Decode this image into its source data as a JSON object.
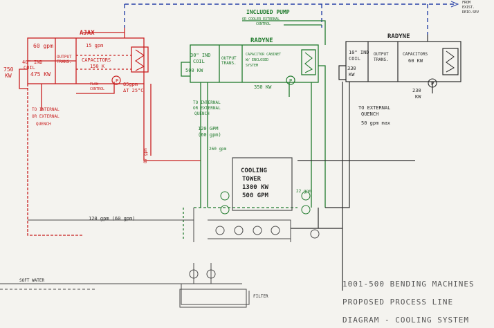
{
  "colors": {
    "paper": "#f4f3ef",
    "red": "#c81e1e",
    "green": "#1f7a2c",
    "blue": "#2a43a8",
    "black": "#2a2a2a",
    "grey": "#6a6a6a"
  },
  "top_right": {
    "line1": "FROM",
    "line2": "EXIST.",
    "line3": "DEIO.SEV"
  },
  "red_system": {
    "label_ajax": "AJAX",
    "flow_60": "60 gpm",
    "coil_size": "40\" IND",
    "coil_word": "COIL",
    "output_trans": "OUTPUT",
    "output_trans2": "TRANS.",
    "gpm_15": "15 gpm",
    "capacitors": "CAPACITORS",
    "cap_value": "150 K",
    "kw_475": "475 KW",
    "kw_750": "750",
    "kw_750b": "KW",
    "pump_gpm": "85gpm",
    "pump_dt": "ΔT 25°C",
    "flow_control": "FLOW",
    "flow_control2": "CONTROL",
    "quench1": "TO INTERNAL",
    "quench2": "OR EXTERNAL",
    "quench3": "QUENCH",
    "vertical_label": "87 gpm"
  },
  "green_system": {
    "pump_note1": "INCLUDED PUMP",
    "pump_note2": "OR COOLER EXTERNAL",
    "pump_note3": "CONTROL",
    "radyne": "RADYNE",
    "coil_size": "30\" IND",
    "coil_word": "COIL",
    "kw_500": "500 KW",
    "output_trans": "OUTPUT",
    "output_trans2": "TRANS.",
    "cap_note1": "CAPACITOR CABINET",
    "cap_note2": "W/ ENCLOSED",
    "cap_note3": "SYSTEM",
    "kw_350": "350 KW",
    "quench1": "TO INTERNAL",
    "quench2": "OR EXTERNAL",
    "quench3": "QUENCH",
    "flow_120": "120 GPM",
    "flow_120b": "(60 gpm)",
    "flow_260": "260 gpm",
    "flow_22": "22 gpm"
  },
  "black_system": {
    "radyne": "RADYNE",
    "coil_size": "10\" IND",
    "coil_word": "COIL",
    "kw_330": "330",
    "kw_330b": "KW",
    "output_trans": "OUTPUT",
    "output_trans2": "TRANS.",
    "capacitors": "CAPACITORS",
    "cap_value": "60 KW",
    "kw_230": "230",
    "kw_230b": "KW",
    "quench1": "TO EXTERNAL",
    "quench2": "QUENCH",
    "quench3": "50 gpm max"
  },
  "cooling_tower": {
    "line1": "COOLING",
    "line2": "TOWER",
    "line3": "1300 KW",
    "line4": "500 GPM"
  },
  "bottom": {
    "flow_120": "120 gpm (60 gpm)",
    "soft_water": "SOFT WATER",
    "filter": "FILTER"
  },
  "title_block": {
    "line1": "1001-500  BENDING MACHINES",
    "line2": "PROPOSED  PROCESS  LINE",
    "line3": "DIAGRAM - COOLING  SYSTEM"
  }
}
